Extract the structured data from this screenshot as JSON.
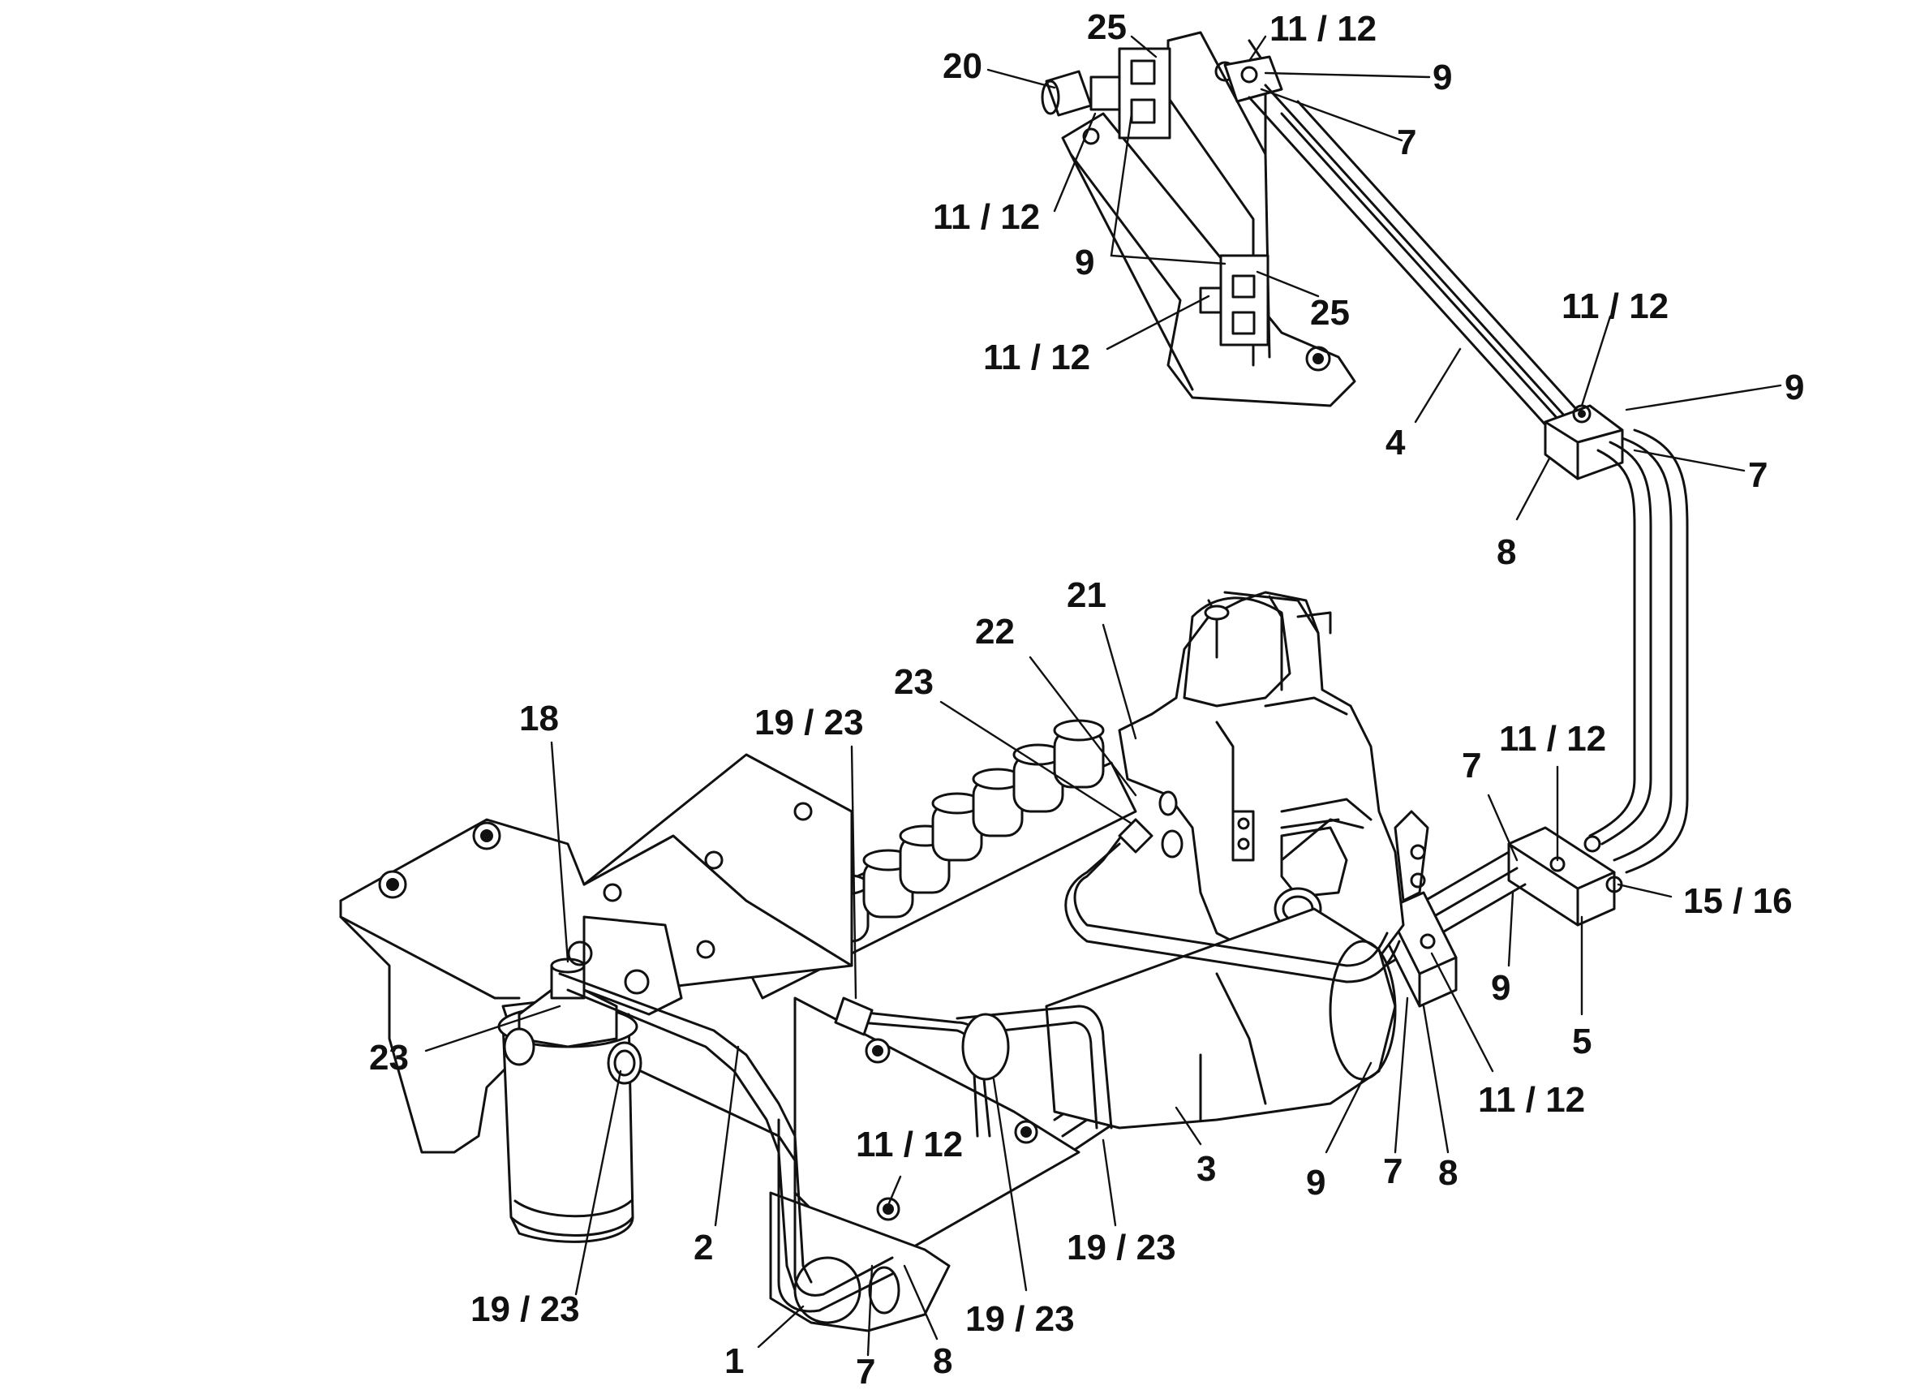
{
  "diagram": {
    "colors": {
      "ink": "#111111",
      "background": "#ffffff"
    },
    "callouts": [
      {
        "id": "c25a",
        "text": "25"
      },
      {
        "id": "c1112a",
        "text": "11 / 12"
      },
      {
        "id": "c20",
        "text": "20"
      },
      {
        "id": "c9a",
        "text": "9"
      },
      {
        "id": "c7a",
        "text": "7"
      },
      {
        "id": "c1112b",
        "text": "11 / 12"
      },
      {
        "id": "c9b",
        "text": "9"
      },
      {
        "id": "c25b",
        "text": "25"
      },
      {
        "id": "c1112c",
        "text": "11 / 12"
      },
      {
        "id": "c1112d",
        "text": "11 / 12"
      },
      {
        "id": "c9c",
        "text": "9"
      },
      {
        "id": "c4",
        "text": "4"
      },
      {
        "id": "c7b",
        "text": "7"
      },
      {
        "id": "c8a",
        "text": "8"
      },
      {
        "id": "c21",
        "text": "21"
      },
      {
        "id": "c22",
        "text": "22"
      },
      {
        "id": "c23a",
        "text": "23"
      },
      {
        "id": "c1923a",
        "text": "19 / 23"
      },
      {
        "id": "c18",
        "text": "18"
      },
      {
        "id": "c7c",
        "text": "7"
      },
      {
        "id": "c1112e",
        "text": "11 / 12"
      },
      {
        "id": "c1516",
        "text": "15 / 16"
      },
      {
        "id": "c9d",
        "text": "9"
      },
      {
        "id": "c5",
        "text": "5"
      },
      {
        "id": "c1112f",
        "text": "11 / 12"
      },
      {
        "id": "c23b",
        "text": "23"
      },
      {
        "id": "c1112g",
        "text": "11 / 12"
      },
      {
        "id": "c3",
        "text": "3"
      },
      {
        "id": "c9e",
        "text": "9"
      },
      {
        "id": "c7d",
        "text": "7"
      },
      {
        "id": "c8b",
        "text": "8"
      },
      {
        "id": "c2",
        "text": "2"
      },
      {
        "id": "c1923b",
        "text": "19 / 23"
      },
      {
        "id": "c1923c",
        "text": "19 / 23"
      },
      {
        "id": "c1923d",
        "text": "19 / 23"
      },
      {
        "id": "c1",
        "text": "1"
      },
      {
        "id": "c7e",
        "text": "7"
      },
      {
        "id": "c8c",
        "text": "8"
      }
    ]
  }
}
